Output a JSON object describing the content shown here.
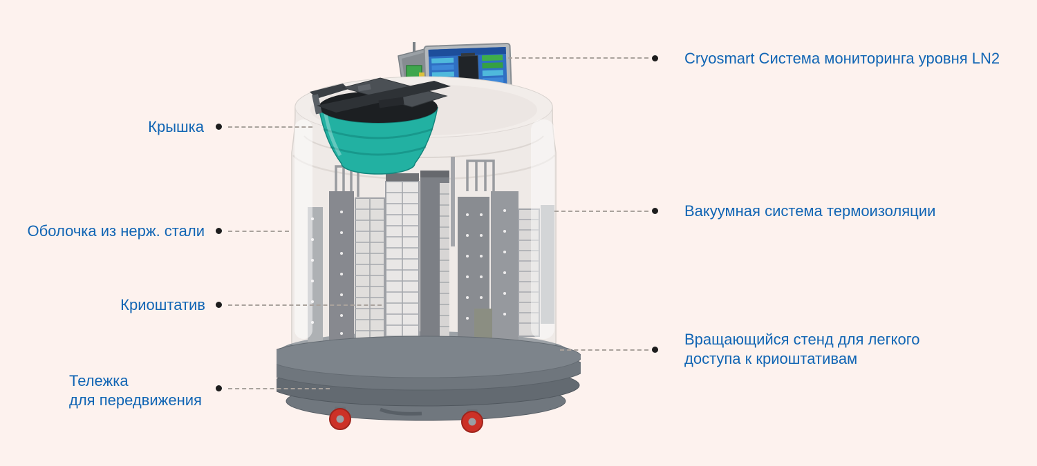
{
  "page": {
    "background_color": "#fdf2ee",
    "label_text_color": "#1165b4",
    "leader_line_color": "#a9a29c",
    "bullet_color": "#1d1d1d"
  },
  "diagram": {
    "labels": {
      "monitoring_system": "Cryosmart Система мониторинга уровня LN2",
      "lid": "Крышка",
      "shell": "Оболочка из нерж. стали",
      "cryo_rack": "Криоштатив",
      "trolley": {
        "line1": "Тележка",
        "line2": "для передвижения"
      },
      "vacuum_insulation": "Вакуумная система термоизоляции",
      "rotating_stand": {
        "line1": "Вращающийся стенд для легкого",
        "line2": "доступа к криоштативам"
      }
    },
    "illustration": {
      "subject": "Cryogenic LN2 storage dewar cutaway with lid, cryo racks, rotating base, trolley casters and monitoring display",
      "colors": {
        "lid_bowl_teal": "#22b1a2",
        "shell_translucent": "#ece8e4",
        "rack_gray": "#6b7178",
        "rack_light": "#e6e6e4",
        "base_gray": "#6f767d",
        "caster_red": "#cc3127",
        "screen_blue": "#2f6fc3",
        "screen_level_orange": "#bf5a2b",
        "button_green": "#3fae49"
      }
    }
  }
}
